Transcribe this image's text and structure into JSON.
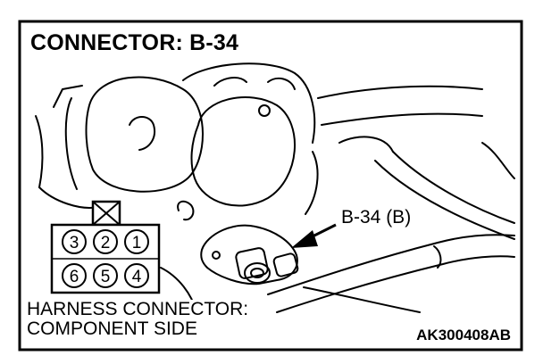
{
  "title": "CONNECTOR: B-34",
  "callout_label": "B-34 (B)",
  "caption": {
    "line1": "HARNESS CONNECTOR:",
    "line2": "COMPONENT SIDE"
  },
  "figure_code": "AK300408AB",
  "connector_pins": {
    "top_row": [
      "3",
      "2",
      "1"
    ],
    "bottom_row": [
      "6",
      "5",
      "4"
    ]
  }
}
